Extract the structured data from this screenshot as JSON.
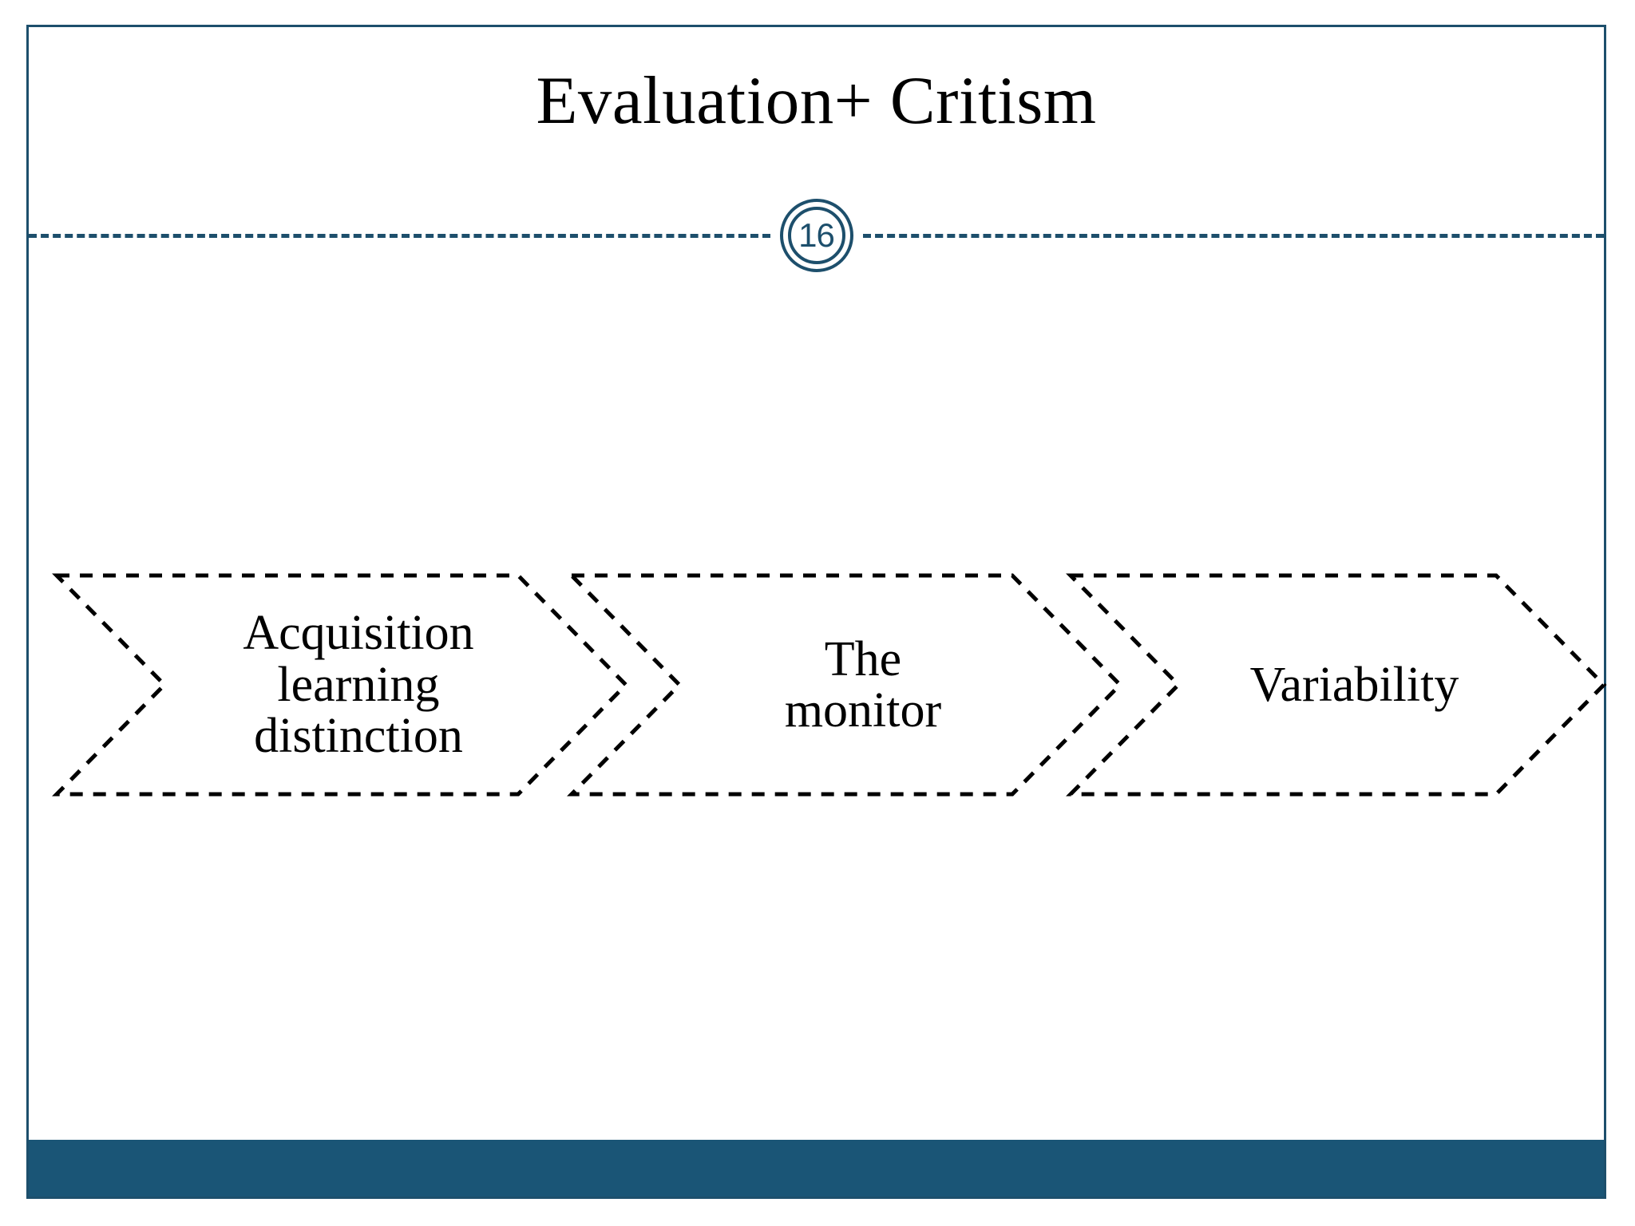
{
  "slide": {
    "title": "Evaluation+ Critism",
    "page_number": "16",
    "accent_color": "#1d4f6c",
    "band_color": "#1a5576",
    "border_color": "#1d4f6c",
    "text_color": "#000000",
    "chevron_outline_color": "#000000"
  },
  "divider": {
    "style": "dashed",
    "color": "#1d4f6c"
  },
  "process": {
    "type": "chevron-process",
    "direction": "left-to-right",
    "steps": [
      {
        "index": 1,
        "label": "Acquisition learning distinction",
        "lines": [
          "Acquisition",
          "learning",
          "distinction"
        ]
      },
      {
        "index": 2,
        "label": "The monitor",
        "lines": [
          "The",
          "monitor"
        ]
      },
      {
        "index": 3,
        "label": "Variability",
        "lines": [
          "Variability"
        ]
      }
    ]
  }
}
